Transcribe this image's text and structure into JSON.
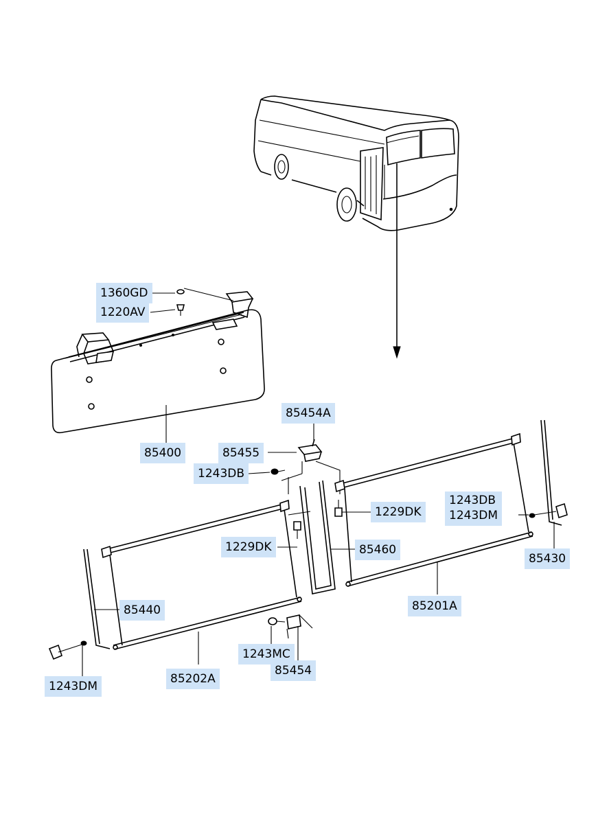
{
  "callouts": {
    "p1360GD": "1360GD",
    "p1220AV": "1220AV",
    "p85400": "85400",
    "p85454A": "85454A",
    "p85455": "85455",
    "p1243DB_top": "1243DB",
    "p1229DK_right": "1229DK",
    "p1243DB_right": "1243DB",
    "p1243DM_right": "1243DM",
    "p1229DK_mid": "1229DK",
    "p85460": "85460",
    "p85430": "85430",
    "p85440": "85440",
    "p85201A": "85201A",
    "p1243MC": "1243MC",
    "p85454": "85454",
    "p1243DM_left": "1243DM",
    "p85202A": "85202A"
  },
  "colors": {
    "callout_bg": "#cfe3f7",
    "line": "#000000"
  }
}
